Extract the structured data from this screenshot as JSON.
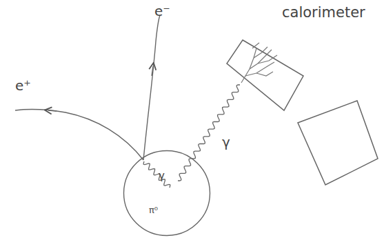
{
  "diagram": {
    "nodes": [
      {
        "text": [
          "calorimeter"
        ]
      },
      {
        "text": [
          "π⁰"
        ]
      }
    ],
    "labels": [
      "e⁻",
      "e⁺",
      "γ",
      "γ"
    ]
  }
}
